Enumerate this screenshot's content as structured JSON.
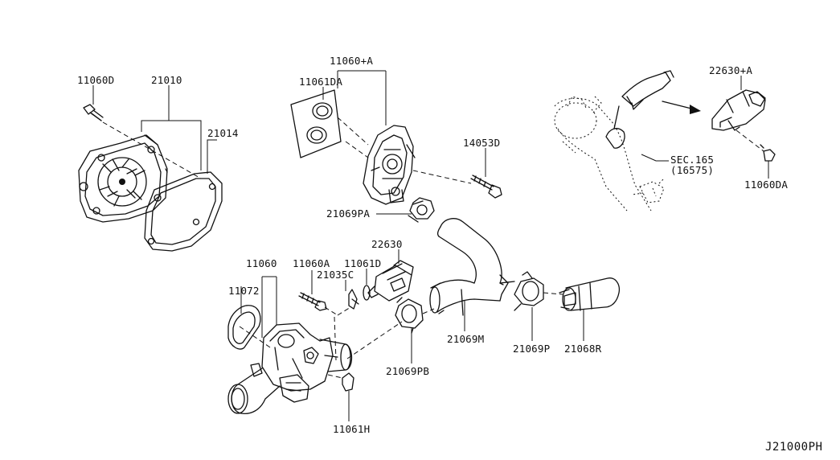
{
  "diagram_id": "J21000PH",
  "labels": {
    "p11060D": "11060D",
    "p21010": "21010",
    "p21014": "21014",
    "p11060A_top": "11060+A",
    "p11061DA": "11061DA",
    "p14053D": "14053D",
    "p21069PA": "21069PA",
    "p22630A": "22630+A",
    "pSEC165": "SEC.165",
    "pSEC165sub": "(16575)",
    "p11060DA": "11060DA",
    "p11060": "11060",
    "p11060A": "11060A",
    "p11061D": "11061D",
    "p21035C": "21035C",
    "p22630": "22630",
    "p11072": "11072",
    "p21069M": "21069M",
    "p21069P": "21069P",
    "p21068R": "21068R",
    "p21069PB": "21069PB",
    "p11061H": "11061H"
  }
}
